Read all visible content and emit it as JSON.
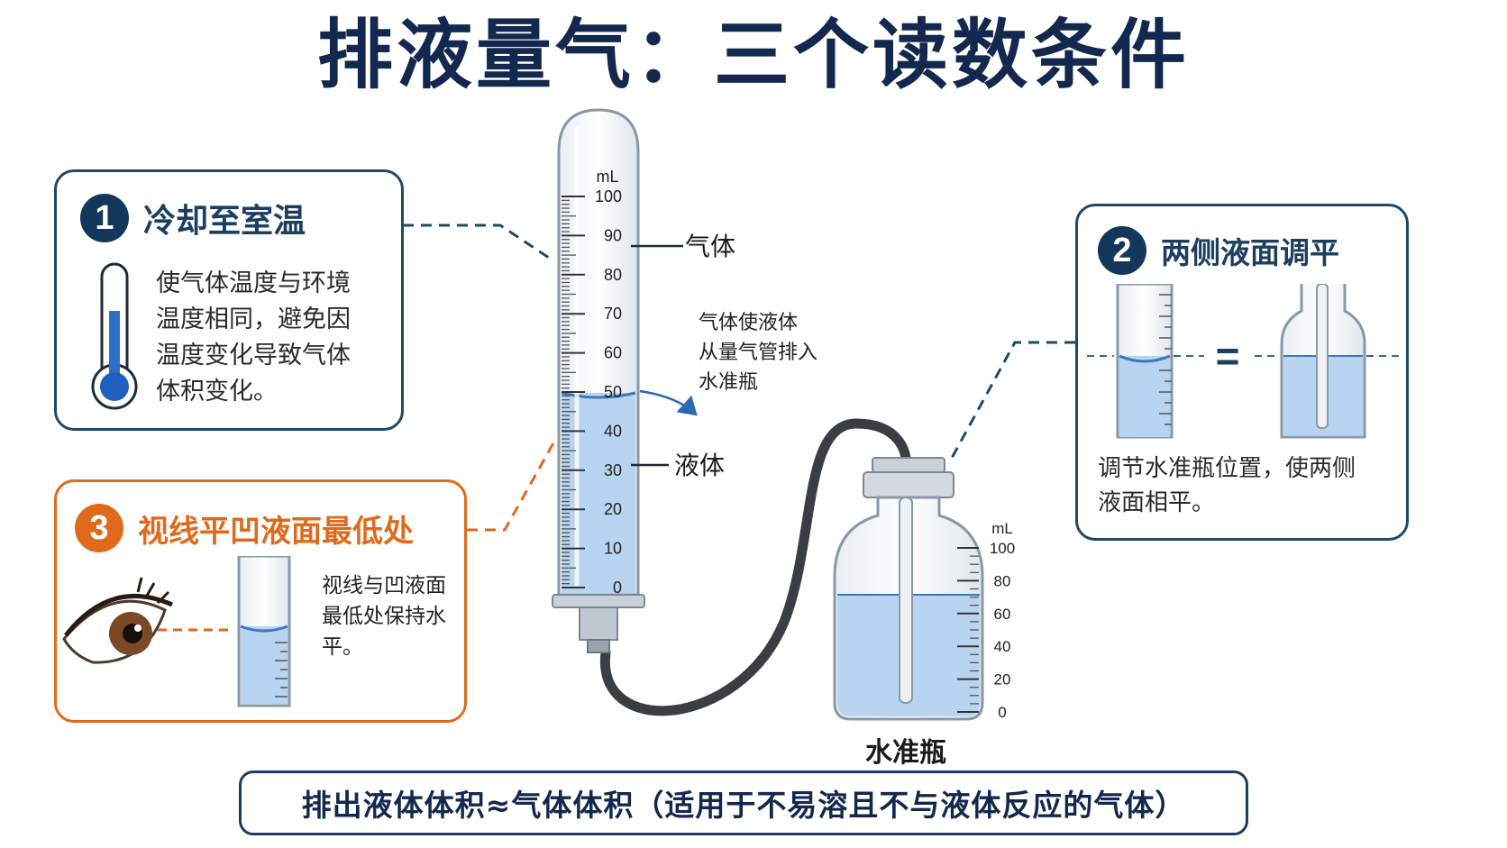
{
  "title": "排液量气：三个读数条件",
  "card1": {
    "number": "1",
    "title": "冷却至室温",
    "lines": [
      "使气体温度与环境",
      "温度相同，避免因",
      "温度变化导致气体",
      "体积变化。"
    ]
  },
  "card2": {
    "number": "2",
    "title": "两侧液面调平",
    "equals": "=",
    "lines": [
      "调节水准瓶位置，使两侧",
      "液面相平。"
    ]
  },
  "card3": {
    "number": "3",
    "title": "视线平凹液面最低处",
    "lines": [
      "视线与凹液面",
      "最低处保持水",
      "平。"
    ]
  },
  "burette": {
    "unit": "mL",
    "ticks": [
      "100",
      "90",
      "80",
      "70",
      "60",
      "50",
      "40",
      "30",
      "20",
      "10",
      "0"
    ],
    "liquid_level": 50,
    "gas_label": "气体",
    "liquid_label": "液体",
    "arrow_note": [
      "气体使液体",
      "从量气管排入",
      "水准瓶"
    ]
  },
  "bottle": {
    "unit": "mL",
    "ticks": [
      "100",
      "80",
      "60",
      "40",
      "20",
      "0"
    ],
    "liquid_level": 75,
    "label": "水准瓶"
  },
  "footer": "排出液体体积≈气体体积（适用于不易溶且不与液体反应的气体）",
  "colors": {
    "navy": "#13284f",
    "orange": "#e06a1c",
    "liquid": "#b8d4f0",
    "meniscus": "#3a78c0"
  }
}
